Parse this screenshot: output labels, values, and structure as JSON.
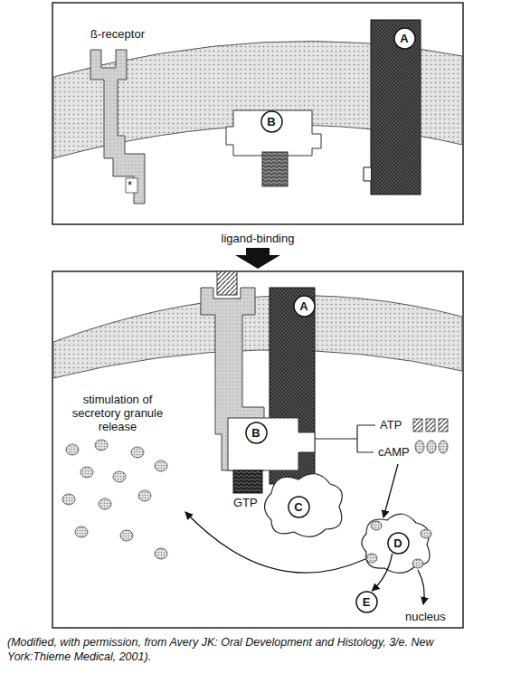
{
  "diagram": {
    "caption": "(Modified, with permission, from Avery JK: Oral Development and Histology, 3/e. New York:Thieme Medical, 2001).",
    "nodes": [
      {
        "text": [
          "A"
        ]
      },
      {
        "text": [
          "B"
        ]
      },
      {
        "text": [
          "A"
        ]
      },
      {
        "text": [
          "B"
        ]
      },
      {
        "text": [
          "C"
        ]
      },
      {
        "text": [
          "D"
        ]
      },
      {
        "text": [
          "E"
        ]
      }
    ],
    "edges": [
      {
        "from": 5,
        "to": 6,
        "arrow": "to"
      }
    ],
    "labels": [
      "ß-receptor",
      "*",
      "ligand-binding",
      "GTP",
      "ATP",
      "cAMP",
      "stimulation of secretory granule release",
      "nucleus"
    ]
  }
}
